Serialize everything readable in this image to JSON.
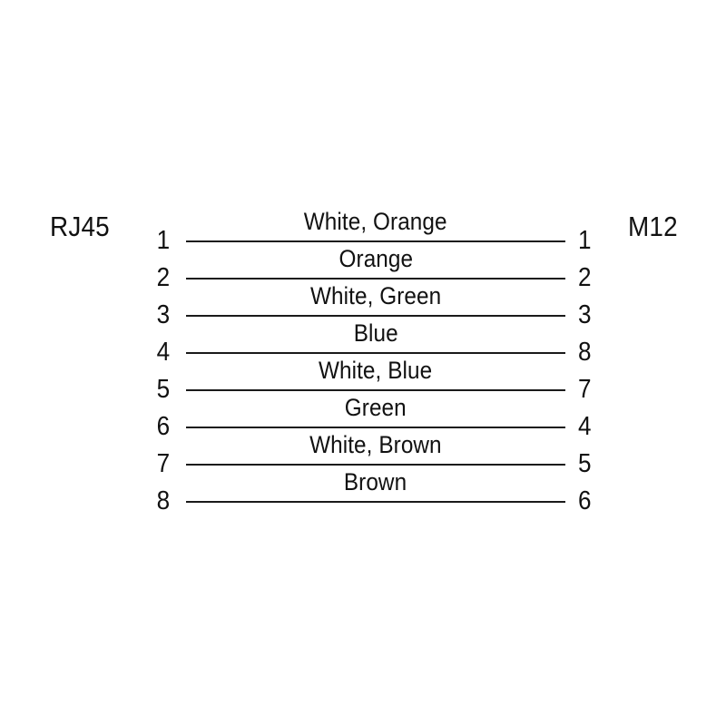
{
  "diagram": {
    "type": "pinout-wiring-diagram",
    "background_color": "#ffffff",
    "line_color": "#1a1a1a",
    "text_color": "#111111",
    "left_connector": "RJ45",
    "right_connector": "M12",
    "wire_count": 8,
    "wires": [
      {
        "left_pin": "1",
        "right_pin": "1",
        "label": "White, Orange"
      },
      {
        "left_pin": "2",
        "right_pin": "2",
        "label": "Orange"
      },
      {
        "left_pin": "3",
        "right_pin": "3",
        "label": "White, Green"
      },
      {
        "left_pin": "4",
        "right_pin": "8",
        "label": "Blue"
      },
      {
        "left_pin": "5",
        "right_pin": "7",
        "label": "White, Blue"
      },
      {
        "left_pin": "6",
        "right_pin": "4",
        "label": "Green"
      },
      {
        "left_pin": "7",
        "right_pin": "5",
        "label": "White, Brown"
      },
      {
        "left_pin": "8",
        "right_pin": "6",
        "label": "Brown"
      }
    ]
  }
}
